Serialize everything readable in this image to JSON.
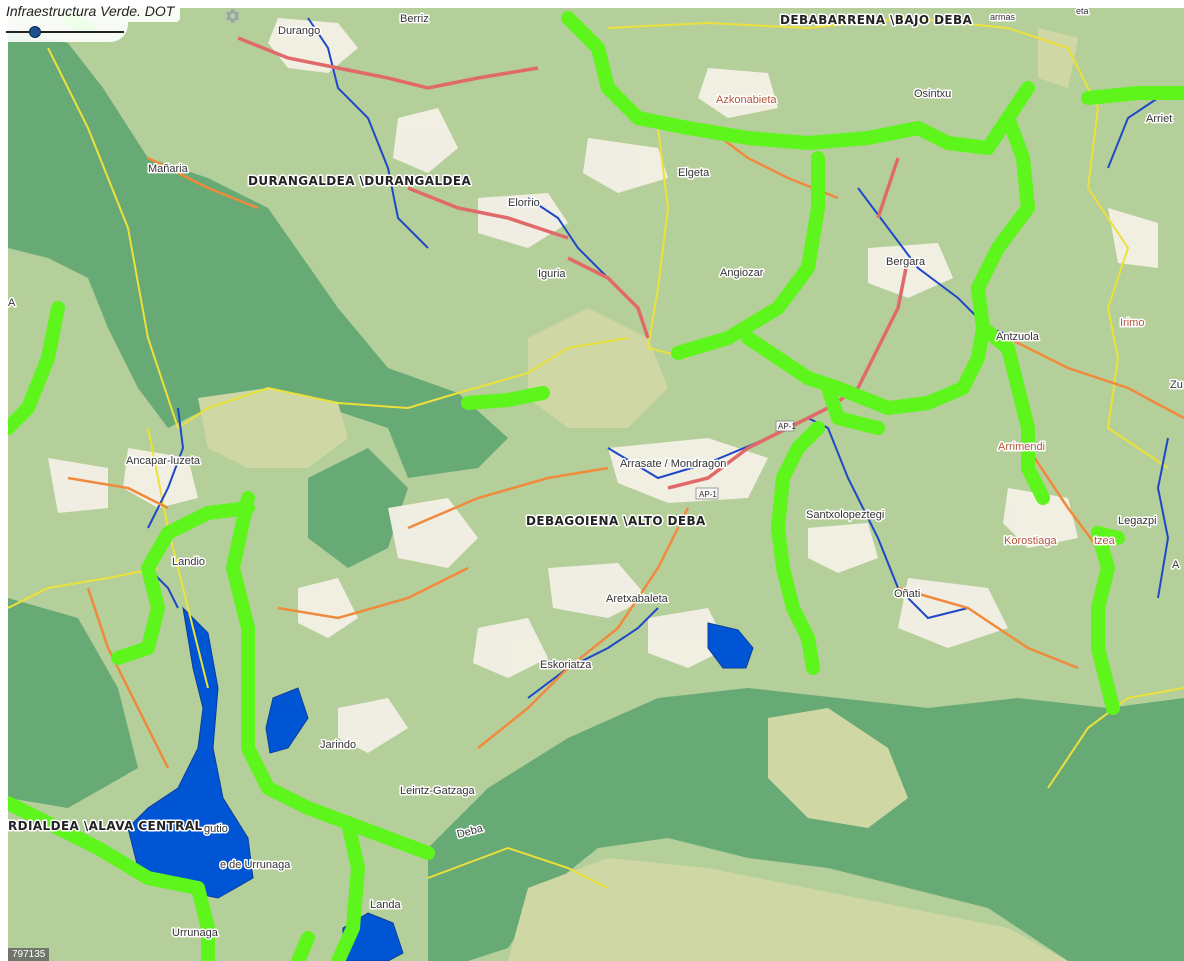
{
  "layer": {
    "title": "Infraestructura Verde. DOT",
    "opacity": 0.24
  },
  "coordinate_readout": "797135",
  "colors": {
    "base_green": "#b5cf9a",
    "forest": "#68aa76",
    "urban": "#f4f0e6",
    "meadow": "#cfd8a4",
    "green_corridor": "#5df51c",
    "reservoir": "#0055d4",
    "river": "#1f48c8",
    "motorway": "#e06a6a",
    "main_road": "#f08a3c",
    "boundary": "#ece13b"
  },
  "icons": {
    "settings": "gear-icon",
    "slider": "slider-knob"
  },
  "places": [
    {
      "key": "berriz",
      "label": "Berriz"
    },
    {
      "key": "durango",
      "label": "Durango"
    },
    {
      "key": "manaria",
      "label": "Mañaria"
    },
    {
      "key": "elorrio",
      "label": "Elorrio"
    },
    {
      "key": "elgeta",
      "label": "Elgeta"
    },
    {
      "key": "iguria",
      "label": "Iguria"
    },
    {
      "key": "angiozar",
      "label": "Angiozar"
    },
    {
      "key": "bergara",
      "label": "Bergara"
    },
    {
      "key": "osintxu",
      "label": "Osintxu"
    },
    {
      "key": "arriet",
      "label": "Arriet"
    },
    {
      "key": "antzuola",
      "label": "Antzuola"
    },
    {
      "key": "zu",
      "label": "Zu"
    },
    {
      "key": "arrasate",
      "label": "Arrasate / Mondragon"
    },
    {
      "key": "santxolopeztegi",
      "label": "Santxolopeztegi"
    },
    {
      "key": "legazpi",
      "label": "Legazpi"
    },
    {
      "key": "aretxabaleta",
      "label": "Aretxabaleta"
    },
    {
      "key": "onati",
      "label": "Oñati"
    },
    {
      "key": "eskoriatza",
      "label": "Eskoriatza"
    },
    {
      "key": "ancapar",
      "label": "Ancapar-luzeta"
    },
    {
      "key": "landio",
      "label": "Landio"
    },
    {
      "key": "jarindo",
      "label": "Jarindo"
    },
    {
      "key": "leintz",
      "label": "Leintz-Gatzaga"
    },
    {
      "key": "urrunaga_dam",
      "label": "e de Urrunaga"
    },
    {
      "key": "urrunaga",
      "label": "Urrunaga"
    },
    {
      "key": "landa",
      "label": "Landa"
    },
    {
      "key": "gutio",
      "label": "gutio"
    },
    {
      "key": "a_left",
      "label": "A"
    },
    {
      "key": "a_right",
      "label": "A"
    },
    {
      "key": "sarmas",
      "label": "armas"
    },
    {
      "key": "eta",
      "label": "eta"
    },
    {
      "key": "deba",
      "label": "Deba"
    }
  ],
  "red_places": [
    {
      "key": "azkonabieta",
      "label": "Azkonabieta"
    },
    {
      "key": "irimo",
      "label": "Irimo"
    },
    {
      "key": "arrimendi",
      "label": "Arrimendi"
    },
    {
      "key": "korostiaga",
      "label": "Korostiaga"
    },
    {
      "key": "atzea",
      "label": "tzea"
    }
  ],
  "regions": [
    {
      "key": "debabarrena",
      "label": "DEBABARRENA \\BAJO DEBA"
    },
    {
      "key": "durangaldea",
      "label": "DURANGALDEA \\DURANGALDEA"
    },
    {
      "key": "debagoiena",
      "label": "DEBAGOIENA \\ALTO DEBA"
    },
    {
      "key": "arabako",
      "label": "RDIALDEA \\ALAVA CENTRAL"
    }
  ],
  "road_shields": [
    {
      "key": "ap1_a",
      "label": "AP-1"
    },
    {
      "key": "ap1_b",
      "label": "AP-1"
    }
  ]
}
